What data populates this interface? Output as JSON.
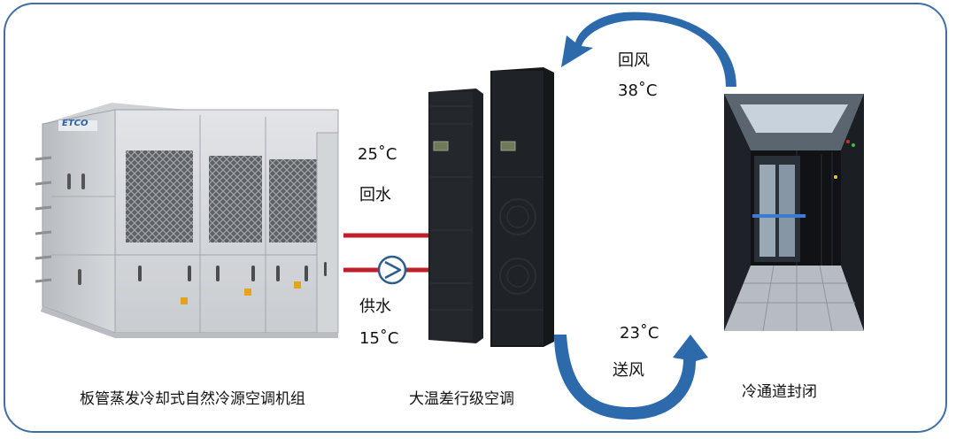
{
  "diagram": {
    "return_water": {
      "temp": "25˚C",
      "label": "回水"
    },
    "supply_water": {
      "label": "供水",
      "temp": "15˚C"
    },
    "return_air": {
      "label": "回风",
      "temp": "38˚C"
    },
    "supply_air": {
      "temp": "23˚C",
      "label": "送风"
    },
    "chiller_unit": {
      "brand": "ETCO",
      "caption": "板管蒸发冷却式自然冷源空调机组"
    },
    "row_ac": {
      "caption": "大温差行级空调"
    },
    "cold_aisle": {
      "caption": "冷通道封闭"
    },
    "colors": {
      "frame": "#3f6fa5",
      "arrow": "#2d6aac",
      "pipe": "#c0202a"
    }
  }
}
